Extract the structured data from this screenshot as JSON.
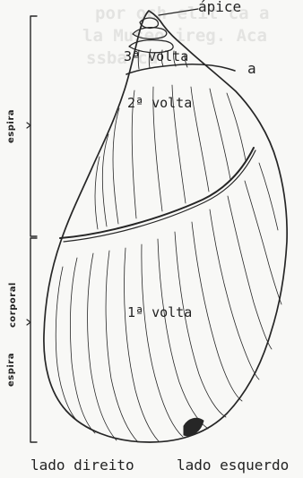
{
  "labels": {
    "apex": "ápice",
    "whorl_3": "3ª volta",
    "whorl_2": "2ª volta",
    "whorl_1": "1ª volta",
    "letter_a": "a",
    "espira_top": "espira",
    "corporal": "corporal",
    "espira_bottom": "espira",
    "right_side": "lado direito",
    "left_side": "lado esquerdo"
  },
  "ghost_text": {
    "line1": "por och     elit ca a",
    "line2": "la Museo      ireg. Aca",
    "line3": "      ssba.ca"
  },
  "colors": {
    "ink": "#262626",
    "paper": "#f8f8f6",
    "ghost": "#cfcfcf"
  }
}
